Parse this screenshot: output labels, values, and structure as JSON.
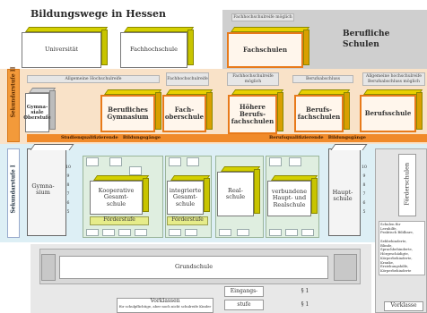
{
  "title": "Bildungswege in Hessen",
  "berufliche_schulen": "Berufliche\nSchulen",
  "notes": {
    "fachhochschulreife_moeglich": "Fachhochschulreife möglich",
    "allgemeine_hochschulreife": "Allgemeine Hochschulreife",
    "fachhochschulreife": "Fachhochschulreife",
    "fachhochschulreife_moeglich2": "Fachhochschulreife möglich",
    "fachhochschulreife_moeglich3": "Fachhochschulreife möglich",
    "berufsabschluss": "Berufsabschluss",
    "allgemeine_hochschulreife_moeglich": "Allgemeine hochschulreife\nBerufsabschluss möglich"
  },
  "top_boxes": {
    "universitaet": "Universität",
    "fachhochschule": "Fachhochschule",
    "fachschulen": "Fachschulen"
  },
  "sek2": {
    "band_label": "Sekundarstufe II",
    "gymnasiale_oberstufe": "Gymna-\nsiale\nOberstufe",
    "berufliches_gymnasium": "Berufliches\nGymnasium",
    "fachoberschule": "Fach-\noberschule",
    "hoehere_berufsfachschulen": "Höhere\nBerufs-\nfachschulen",
    "berufsfachschulen": "Berufs-\nfachschulen",
    "berufsschule": "Berufsschule",
    "stripe_left": "Studienqualifizierende   Bildungsgänge",
    "stripe_right": "Berufsqualifizierende   Bildungsgänge"
  },
  "sek1": {
    "band_label": "Sekundarstufe I",
    "gymnasium": "Gymna-\nsium",
    "kooperative": "Kooperative\nGesamt-\nschule",
    "integrierte": "integrierte\nGesamt-\nschule",
    "realschule": "Real-\nschule",
    "verbundene": "verbundene\nHaupt- und\nRealschule",
    "hauptschule": "Haupt-\nschule",
    "foerderstufe": "Förderstufe",
    "foerderstufe2": "Förderstufe",
    "foerderschulen": "Förderschulen",
    "grades": [
      "10",
      "9",
      "8",
      "7",
      "6",
      "5"
    ],
    "right_list": "Schulen für\nLernhilfe,\nPraktisch Bildbare,\n\nSehbehinderte,\nBlinde,\nSprachbehinderte,\nHörgeschädigte,\nKörperbehinderte,\nKranke,\nErziehungshilfe,\nKörperbehinderte"
  },
  "bottom": {
    "grundschule": "Grundschule",
    "eingangsstufe": "Eingangs-",
    "stufe": "stufe",
    "s1": "§ 1",
    "s1b": "§ 1",
    "vorklassen": "Vorklassen",
    "schulkinder": "für schulpflichtige, aber noch nicht schulreife Kinder",
    "vorklasse_right": "Vorklasse"
  }
}
